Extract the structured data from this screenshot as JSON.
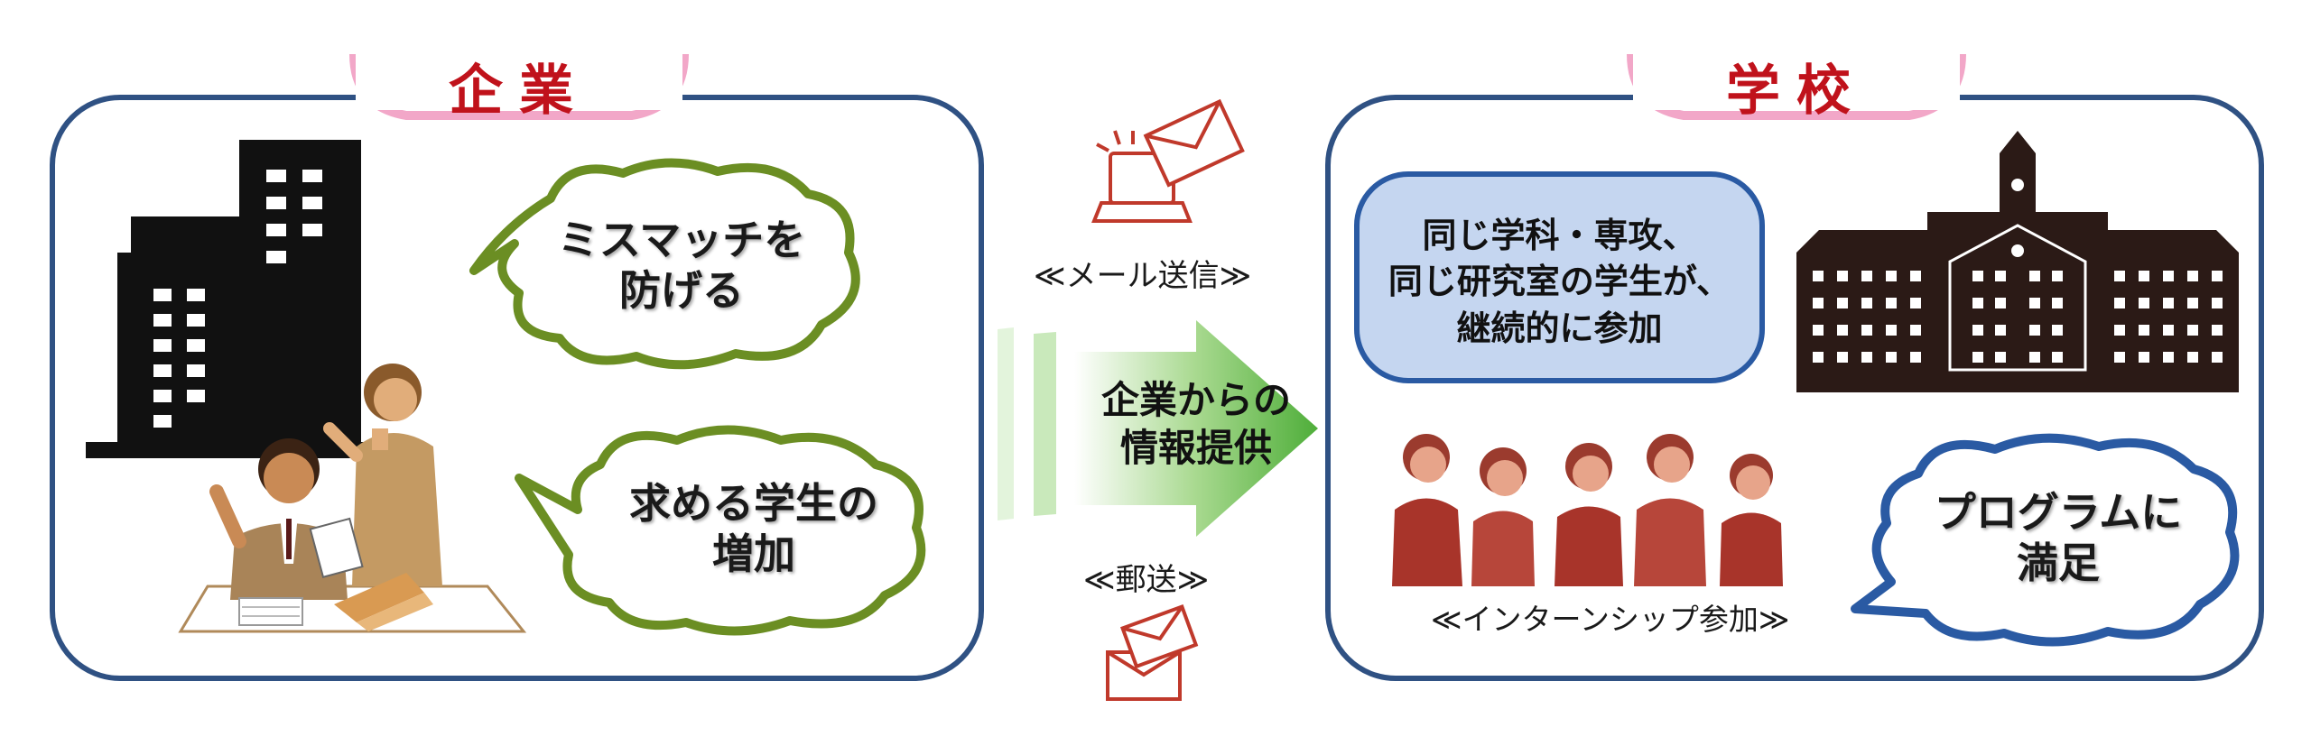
{
  "company": {
    "title": "企業",
    "bubble_mismatch": [
      "ミスマッチを",
      "防げる"
    ],
    "bubble_increase": [
      "求める学生の",
      "増加"
    ]
  },
  "school": {
    "title": "学校",
    "info_box": [
      "同じ学科・専攻、",
      "同じ研究室の学生が、",
      "継続的に参加"
    ],
    "bubble_satisfied": [
      "プログラムに",
      "満足"
    ],
    "internship_label": "≪インターンシップ参加≫"
  },
  "middle": {
    "email_label": "≪メール送信≫",
    "mail_label": "≪郵送≫",
    "arrow_text": [
      "企業からの",
      "情報提供"
    ]
  },
  "colors": {
    "panel_border": "#2f5183",
    "title_red": "#c0121b",
    "tab_pink": "#f2a7c8",
    "bubble_green": "#6b8e23",
    "bubble_blue": "#2a5aa3",
    "info_fill": "#c5d6f0",
    "arrow_green": "#5fb548",
    "building_black": "#111111",
    "school_building": "#2b1a16",
    "icon_red": "#c0392b"
  }
}
